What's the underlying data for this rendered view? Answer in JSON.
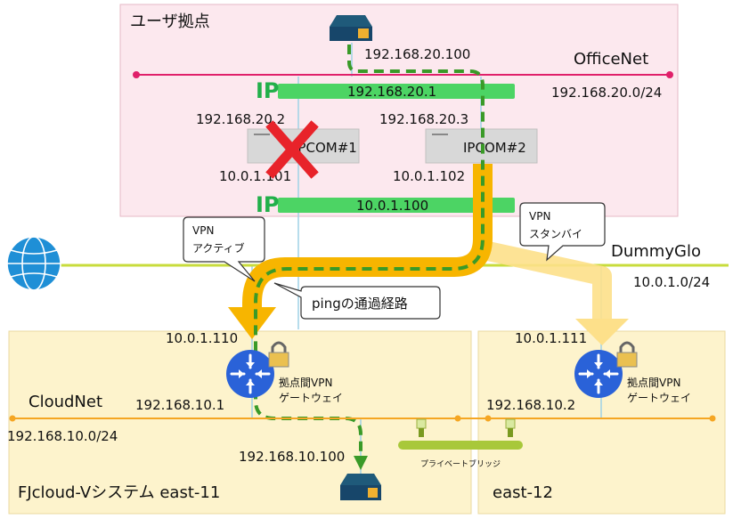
{
  "zones": {
    "user_site": "ユーザ拠点",
    "east11": "FJcloud-Vシステム east-11",
    "east12": "east-12"
  },
  "networks": {
    "office": {
      "name": "OfficeNet",
      "cidr": "192.168.20.0/24"
    },
    "dummy": {
      "name": "DummyGlo",
      "cidr": "10.0.1.0/24"
    },
    "cloud": {
      "name": "CloudNet",
      "cidr": "192.168.10.0/24"
    }
  },
  "ip_blocks": {
    "top": {
      "badge": "IP",
      "address": "192.168.20.1"
    },
    "bottom": {
      "badge": "IP",
      "address": "10.0.1.100"
    }
  },
  "devices": {
    "client_top": {
      "address": "192.168.20.100"
    },
    "ipcom1": {
      "label": "IPCOM#1",
      "lan": "192.168.20.2",
      "wan": "10.0.1.101"
    },
    "ipcom2": {
      "label": "IPCOM#2",
      "lan": "192.168.20.3",
      "wan": "10.0.1.102"
    },
    "gateway1": {
      "label_line1": "拠点間VPN",
      "label_line2": "ゲートウェイ",
      "wan": "10.0.1.110",
      "lan": "192.168.10.1"
    },
    "gateway2": {
      "label_line1": "拠点間VPN",
      "label_line2": "ゲートウェイ",
      "wan": "10.0.1.111",
      "lan": "192.168.10.2"
    },
    "client_bottom": {
      "address": "192.168.10.100"
    }
  },
  "bridge": {
    "label": "プライベートブリッジ"
  },
  "callouts": {
    "vpn_active": {
      "line1": "VPN",
      "line2": "アクティブ"
    },
    "vpn_standby": {
      "line1": "VPN",
      "line2": "スタンバイ"
    },
    "ping_path": "pingの通過経路"
  },
  "colors": {
    "user_zone": "#fce8ee",
    "cloud_zone": "#fdf3cc",
    "office_line": "#e0206a",
    "dummy_line": "#c8dc3c",
    "cloud_line": "#f5a623",
    "ip_bar": "#4cd464",
    "active_path": "#f7b500",
    "standby_path": "#fde08a",
    "ping_dash": "#3a9a28",
    "gateway": "#2a62d8",
    "fail_x": "#e8232a"
  }
}
